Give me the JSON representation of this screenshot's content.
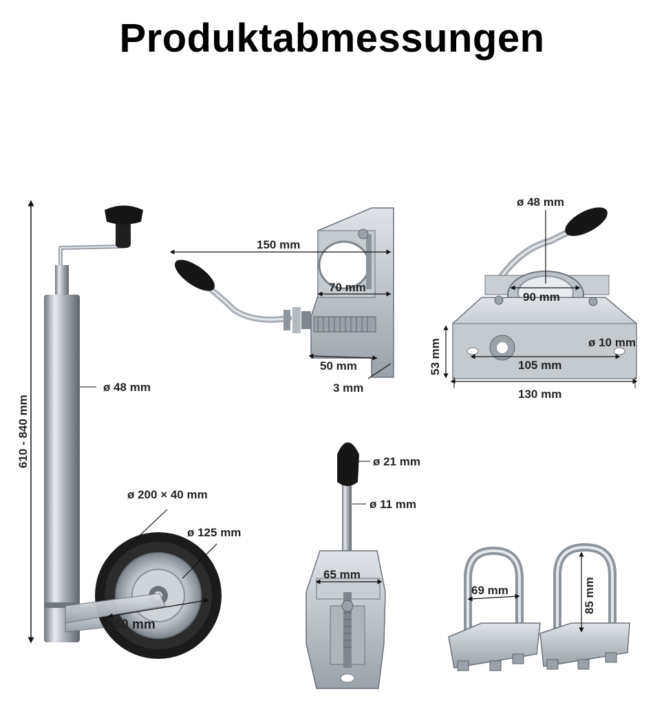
{
  "title": "Produktabmessungen",
  "colors": {
    "metal": "#b9bec4",
    "metal_dark": "#7f868e",
    "rubber": "#1b1b1b",
    "line": "#111111"
  },
  "jack": {
    "height": "610 - 840 mm",
    "tube_diameter": "ø 48 mm",
    "wheel_size": "ø 200 × 40 mm",
    "rim_diameter": "ø 125 mm",
    "arm_length": "260 mm"
  },
  "clamp_side": {
    "length": "150 mm",
    "opening": "70 mm",
    "width": "50 mm",
    "thickness": "3 mm"
  },
  "clamp_top": {
    "bore": "ø 48 mm",
    "ring": "90 mm",
    "height": "53 mm",
    "hole": "ø 10 mm",
    "hole_spacing": "105 mm",
    "base_width": "130 mm"
  },
  "clamp_front": {
    "knob": "ø 21 mm",
    "rod": "ø 11 mm",
    "width": "65 mm"
  },
  "ubolt": {
    "width": "69 mm",
    "height": "85 mm"
  }
}
